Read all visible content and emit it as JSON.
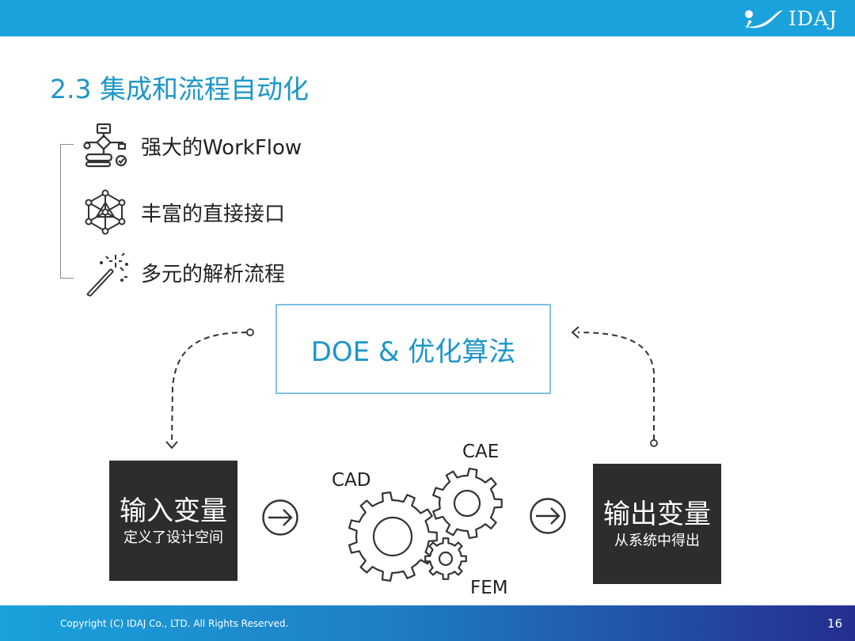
{
  "header": {
    "logo_text": "IDAJ",
    "brand_color": "#1aa2dc"
  },
  "slide": {
    "title": "2.3 集成和流程自动化",
    "features": [
      {
        "icon": "workflow-icon",
        "label": "强大的WorkFlow"
      },
      {
        "icon": "network-icon",
        "label": "丰富的直接接口"
      },
      {
        "icon": "magic-wand-icon",
        "label": "多元的解析流程"
      }
    ]
  },
  "diagram": {
    "optimizer_label": "DOE & 优化算法",
    "input": {
      "title": "输入变量",
      "subtitle": "定义了设计空间"
    },
    "output": {
      "title": "输出变量",
      "subtitle": "从系统中得出"
    },
    "tools": {
      "cad": "CAD",
      "cae": "CAE",
      "fem": "FEM"
    },
    "icons": [
      "arrow-circle-right-icon",
      "gears-icon",
      "dashed-loop-arrow-icon"
    ]
  },
  "footer": {
    "copyright": "Copyright (C)  IDAJ Co., LTD. All Rights Reserved.",
    "page_number": "16"
  }
}
